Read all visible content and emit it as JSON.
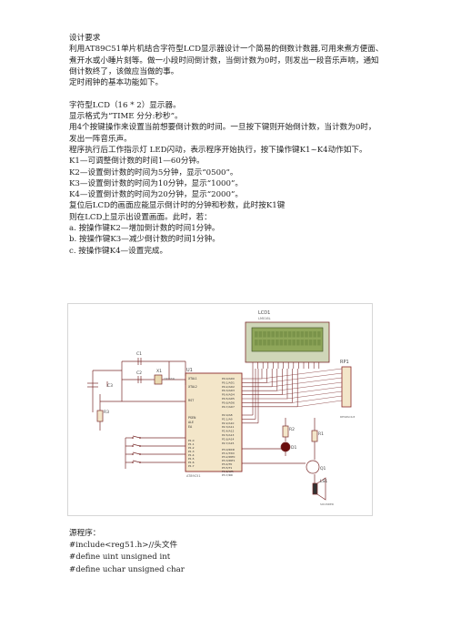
{
  "doc": {
    "text_lines": [
      "设计要求",
      "利用AT89C51单片机结合字符型LCD显示器设计一个简易的倒数计数器,可用来煮方便面、",
      "煮开水或小睡片刻等。做一小段时间倒计数，当倒计数为0时，则发出一段音乐声响，通知",
      "倒计数终了，该做应当做的事。",
      "定时闹钟的基本功能如下。",
      "",
      "字符型LCD（16 * 2）显示器。",
      "显示格式为“TIME  分分:秒秒”。",
      "用4个按键操作来设置当前想要倒计数的时间。一旦按下键则开始倒计数，当计数为0时，",
      "发出一阵音乐声。",
      "程序执行后工作指示灯 LED闪动，表示程序开始执行，按下操作键K1~K4动作如下。",
      "K1—可调整倒计数的时间1—60分钟。",
      "K2—设置倒计数的时间为5分钟，显示“0500”。",
      "K3—设置倒计数的时间为10分钟，显示“1000”。",
      "K4—设置倒计数的时间为20分钟，显示“2000”。",
      "复位后LCD的画面应能显示倒计时的分钟和秒数，此时按K1键",
      "则在LCD上显示出设置画面。此时，若：",
      "a. 按操作键K2—增加倒计数的时间1分钟。",
      "b. 按操作键K3—减少倒计数的时间1分钟。",
      "c. 按操作键K4—设置完成。"
    ],
    "code_lines": [
      "源程序：",
      "#include<reg51.h>//头文件",
      "#define uint unsigned int",
      "#define uchar unsigned char"
    ]
  },
  "schematic": {
    "lcd_label": "LCD1",
    "lcd_model": "LM016L",
    "mcu_label": "U1",
    "mcu_model": "AT89C51",
    "rp_label": "RP1",
    "rp_model": "RESPACK-8",
    "c1": "C1",
    "c2": "C2",
    "c3": "C3",
    "x1": "X1",
    "crystal": "CRYSTAL",
    "r1": "R1",
    "r2": "R2",
    "r3": "R3",
    "q1": "Q1",
    "d1": "D1",
    "ls1": "LS1",
    "speaker": "SOUNDER",
    "xtal1": "XTAL1",
    "xtal2": "XTAL2",
    "rst": "RST",
    "psen": "PSEN",
    "ale": "ALE",
    "ea": "EA",
    "p0": [
      "P0.0/AD0",
      "P0.1/AD1",
      "P0.2/AD2",
      "P0.3/AD3",
      "P0.4/AD4",
      "P0.5/AD5",
      "P0.6/AD6",
      "P0.7/AD7"
    ],
    "p2": [
      "P2.0/A8",
      "P2.1/A9",
      "P2.2/A10",
      "P2.3/A11",
      "P2.4/A12",
      "P2.5/A13",
      "P2.6/A14",
      "P2.7/A15"
    ],
    "p3": [
      "P3.0/RXD",
      "P3.1/TXD",
      "P3.2/INT0",
      "P3.3/INT1",
      "P3.4/T0",
      "P3.5/T1",
      "P3.6/WR",
      "P3.7/RD"
    ],
    "p1": [
      "P1.0",
      "P1.1",
      "P1.2",
      "P1.3",
      "P1.4",
      "P1.5",
      "P1.6",
      "P1.7"
    ]
  },
  "colors": {
    "wire": "#7a2b2b",
    "part": "#8b2a2a",
    "body": "#f3e6c9",
    "lcd_screen": "#8fa65a",
    "lcd_frame": "#cfd6b8"
  }
}
